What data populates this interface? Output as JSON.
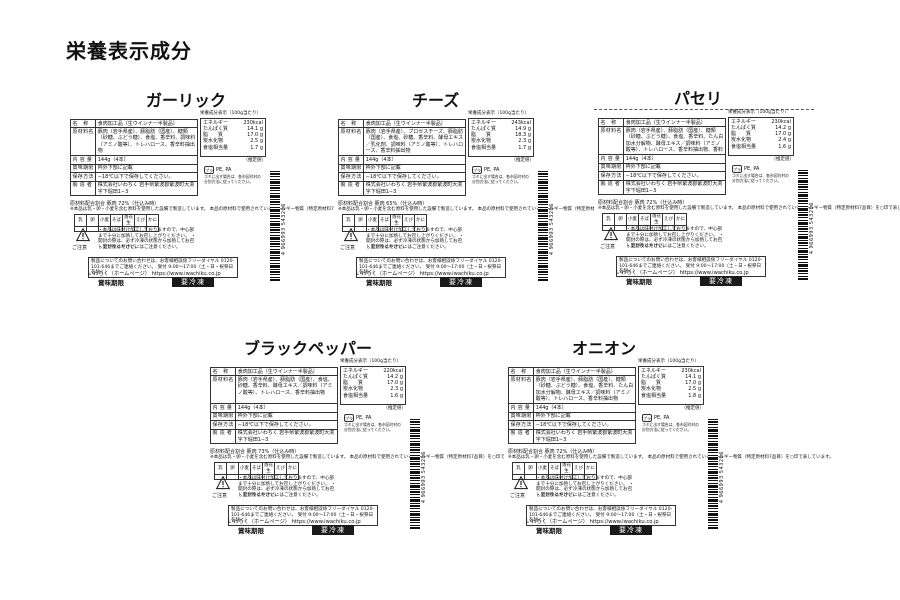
{
  "page_title": "栄養表示成分",
  "common": {
    "f_name_k": "名　称",
    "f_name_v": "食肉加工品（生ウインナー半製品）",
    "f_ing_k": "原材料名",
    "f_qty_k": "内 容 量",
    "f_qty_v": "144g（4本）",
    "f_exp_k": "賞味期限",
    "f_exp_v": "枠外下部に記載",
    "f_store_k": "保存方法",
    "f_store_v": "−18℃以下で保存してください。",
    "f_maker_k": "製 造 者",
    "f_maker_v": "株式会社いわちく 岩手県紫波郡紫波町大渕字下堀田1−3",
    "nutri_head": "栄養成分表示（100g当たり）",
    "n_energy_k": "エネルギー",
    "n_protein_k": "たんぱく質",
    "n_fat_k": "脂　　質",
    "n_carb_k": "炭水化物",
    "n_salt_k": "食塩相当量",
    "estimate": "（推定値）",
    "pp_mark": "プラ",
    "pp_txt": "PE, PA",
    "pp_note": "ゴミに出す場合は、各市区町村の分別方法に従ってください。",
    "allergy_note": "※本品は乳・卵・小麦を含む原料を使用した設備で製造しています。 本品の原材料で使用されているアレルギー物質（特定原材料7品目）を○印で表しています。",
    "allergy": [
      "乳",
      "卵",
      "小麦",
      "そば",
      "落花生",
      "えび",
      "かに"
    ],
    "warn_text": "・本品は味付け加工しておりますので、中心部まで十分に加熱してお召し上がりください。 ・開封の際は、必ず冷凍の状態から加熱してお召し上がりください。",
    "care": "ご注意",
    "safety": "・開封後はやけどにはご注意ください。",
    "contact": "製品についてのお問い合わせは、お客様相談係フリーダイヤル 0120-101-646までご連絡ください。 受付 9:00〜17:00（土・日・祝祭日を除く）",
    "website": "いわちく（ホームページ） https://www.iwachiku.co.jp",
    "kigen": "賞味期限",
    "reito": "要冷凍",
    "barcode": "4 966993 543206"
  },
  "labels": [
    {
      "flavor": "ガーリック",
      "ingredients": "豚肉（岩手県産）、豚脂肪（国産）、糖類（砂糖、ぶどう糖）、食塩、香辛料、調味料（アミノ酸等）、トレハロース、香辛料抽出物",
      "origin": "原材料配合割合 豚肉 72%（仕込み時）",
      "energy": "230kcal",
      "protein": "14.1 g",
      "fat": "17.0 g",
      "carb": "2.5 g",
      "salt": "1.7 g"
    },
    {
      "flavor": "チーズ",
      "ingredients": "豚肉（岩手県産）、プロセスチーズ、豚脂肪（国産）、食塩、砂糖、香辛料、酵母エキス／乳化剤、調味料（アミノ酸等）、トレハロース、香辛料抽出物",
      "origin": "原材料配合割合 豚肉 65%（仕込み時）",
      "energy": "243kcal",
      "protein": "14.9 g",
      "fat": "18.3 g",
      "carb": "2.3 g",
      "salt": "1.7 g"
    },
    {
      "flavor": "パセリ",
      "ingredients": "豚肉（岩手県産）、豚脂肪（国産）、糖類（砂糖、ぶどう糖）、食塩、香辛料、たん白加水分解物、酵母エキス／調味料（アミノ酸等）、トレハロース、香辛料抽出物、香料",
      "origin": "原材料配合割合 豚肉 72%（仕込み時）",
      "energy": "230kcal",
      "protein": "14.2 g",
      "fat": "17.0 g",
      "carb": "2.4 g",
      "salt": "1.6 g"
    },
    {
      "flavor": "ブラックペッパー",
      "ingredients": "豚肉（岩手県産）、豚脂肪（国産）、食塩、砂糖、香辛料、酵母エキス／調味料（アミノ酸等）、トレハロース、香辛料抽出物",
      "origin": "原材料配合割合 豚肉 73%（仕込み時）",
      "energy": "220kcal",
      "protein": "14.2 g",
      "fat": "17.0 g",
      "carb": "2.3 g",
      "salt": "1.6 g"
    },
    {
      "flavor": "オニオン",
      "ingredients": "豚肉（岩手県産）、豚脂肪（国産）、糖類（砂糖、ぶどう糖）、食塩、香辛料、たん白加水分解物、酵母エキス／調味料（アミノ酸等）、トレハロース、香辛料抽出物",
      "origin": "原材料配合割合 豚肉 72%（仕込み時）",
      "energy": "230kcal",
      "protein": "14.1 g",
      "fat": "17.0 g",
      "carb": "2.5 g",
      "salt": "1.8 g"
    }
  ]
}
